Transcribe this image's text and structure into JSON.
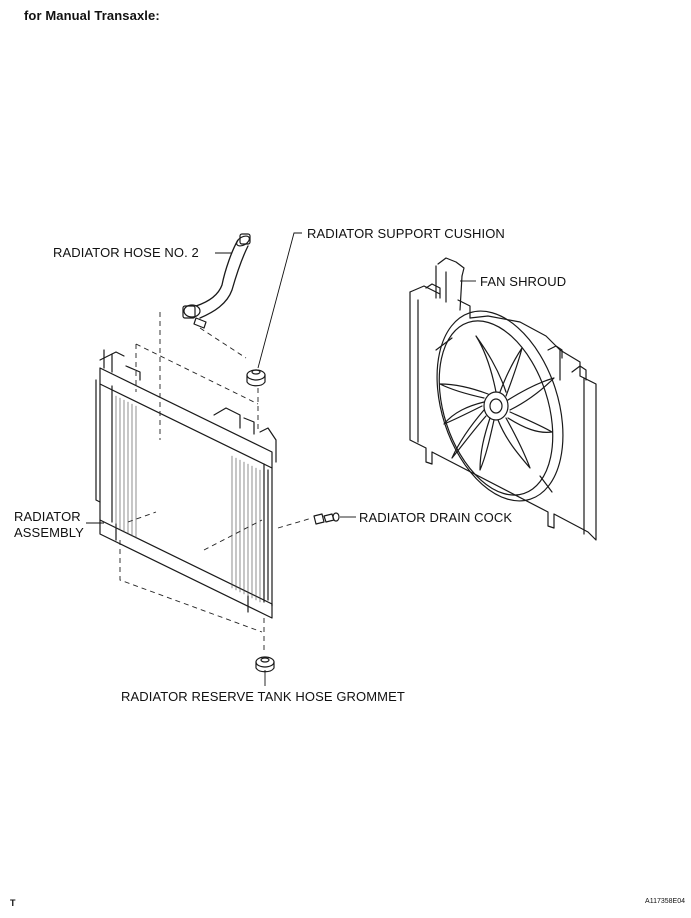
{
  "heading": "for Manual Transaxle:",
  "labels": {
    "radiator_hose": "RADIATOR HOSE NO. 2",
    "support_cushion": "RADIATOR SUPPORT CUSHION",
    "fan_shroud": "FAN SHROUD",
    "radiator_assembly": "RADIATOR\nASSEMBLY",
    "drain_cock": "RADIATOR DRAIN COCK",
    "tank_grommet": "RADIATOR RESERVE TANK HOSE GROMMET"
  },
  "footer": {
    "left": "T",
    "right": "A117358E04"
  }
}
